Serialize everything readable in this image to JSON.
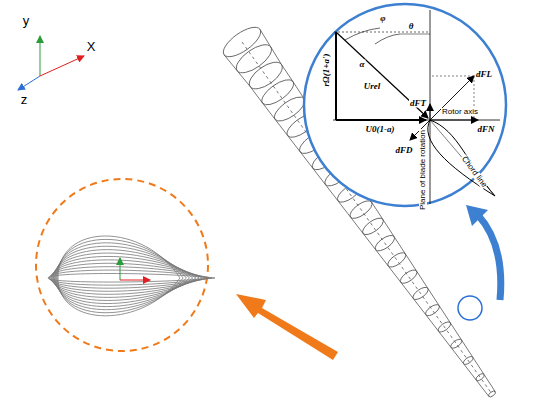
{
  "diagram": {
    "labels": [
      "y",
      "X",
      "z",
      "φ",
      "θ",
      "rΩ(1+a')",
      "α",
      "Urel",
      "dFL",
      "dFT",
      "dFD",
      "dFN",
      "Rotor axis",
      "U0(1-a)",
      "Plane of blade rotation",
      "Chord line"
    ]
  }
}
